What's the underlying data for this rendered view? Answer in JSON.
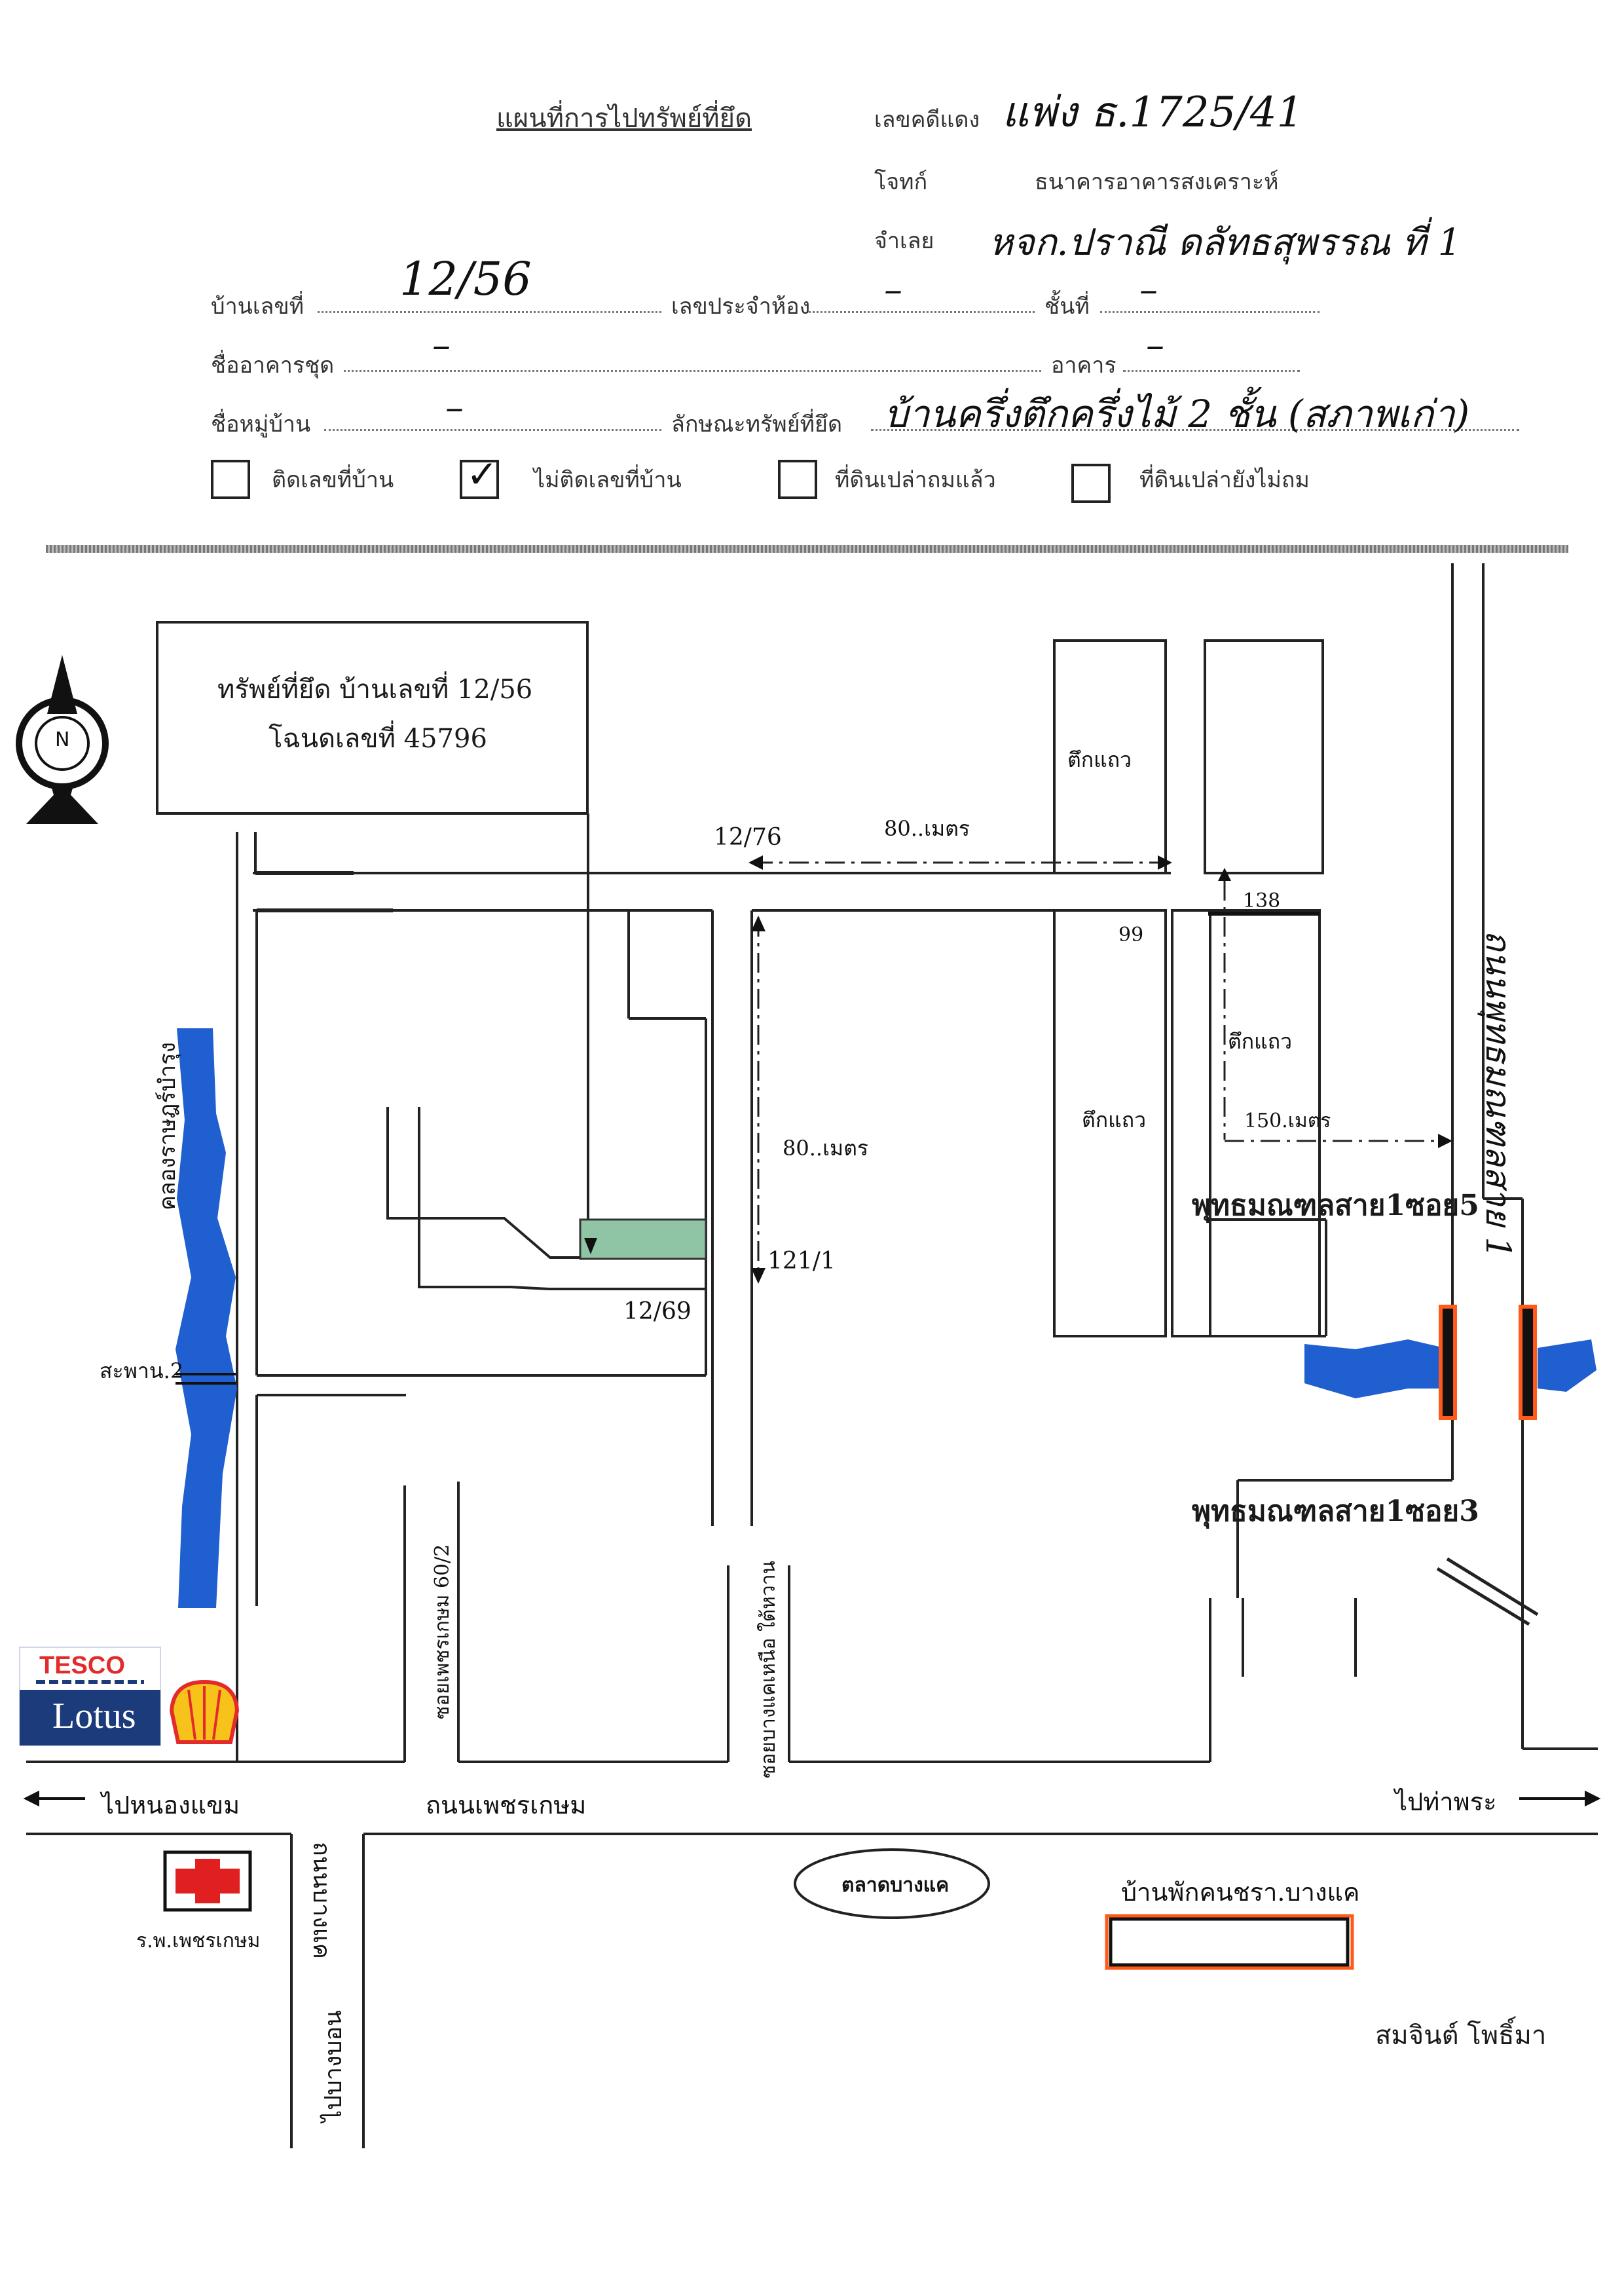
{
  "header": {
    "map_title": "แผนที่การไปทรัพย์ที่ยึด",
    "case_no_label": "เลขคดีแดง",
    "case_no_value": "แพ่ง ธ.1725/41",
    "plaintiff_label": "โจทก์",
    "plaintiff_value": "ธนาคารอาคารสงเคราะห์",
    "defendant_label": "จำเลย",
    "defendant_value": "หจก.ปราณี ดลัทธสุพรรณ ที่ 1"
  },
  "form": {
    "house_no_label": "บ้านเลขที่",
    "house_no_value": "12/56",
    "room_no_label": "เลขประจำห้อง",
    "room_no_value": "–",
    "floor_label": "ชั้นที่",
    "floor_value": "–",
    "condo_label": "ชื่ออาคารชุด",
    "condo_value": "–",
    "building_label": "อาคาร",
    "building_value": "–",
    "village_label": "ชื่อหมู่บ้าน",
    "village_value": "–",
    "property_type_label": "ลักษณะทรัพย์ที่ยึด",
    "property_type_value": "บ้านครึ่งตึกครึ่งไม้ 2 ชั้น (สภาพเก่า)",
    "checkboxes": [
      {
        "label": "ติดเลขที่บ้าน",
        "checked": false
      },
      {
        "label": "ไม่ติดเลขที่บ้าน",
        "checked": true
      },
      {
        "label": "ที่ดินเปล่าถมแล้ว",
        "checked": false
      },
      {
        "label": "ที่ดินเปล่ายังไม่ถม",
        "checked": false
      }
    ]
  },
  "map": {
    "compass_label": "N",
    "seized_line1": "ทรัพย์ที่ยึด บ้านเลขที่ 12/56",
    "seized_line2": "โฉนดเลขที่ 45796",
    "shophouse_label": "ตึกแถว",
    "house_12_76": "12/76",
    "dist_80_top": "80..เมตร",
    "house_99": "99",
    "house_138": "138",
    "dist_80_vert": "80..เมตร",
    "dist_150": "150.เมตร",
    "house_121_1": "121/1",
    "house_12_69": "12/69",
    "soi5": "พุทธมณฑลสาย1ซอย5",
    "soi3": "พุทธมณฑลสาย1ซอย3",
    "canal": "คลองราษฎร์บำรุง",
    "bridge": "สะพาน.2",
    "road_vertical_right": "ถนนพุทธมณฑลสาย 1",
    "soi_phetkasem": "ซอยเพชรเกษม 60/2",
    "soi_bangkhae": "ซอยบางแคเหนือ ใต้หวาน",
    "to_nongkhaem": "ไปหนองแขม",
    "phetkasem_road": "ถนนเพชรเกษม",
    "to_thaphra": "ไปท่าพระ",
    "bangkhae_market": "ตลาดบางแค",
    "elderly_home": "บ้านพักคนชรา.บางแค",
    "hospital": "ร.พ.เพชรเกษม",
    "bangkhae_road": "ถนนบางแค",
    "to_bangbon": "ไปบางบอน",
    "tesco_line1": "TESCO",
    "tesco_line2": "Lotus",
    "signature": "สมจินต์ โพธิ์มา"
  },
  "colors": {
    "canal_blue": "#1f5fd0",
    "seized_green": "#8fc4a4",
    "bridge_orange": "#ff5a1a",
    "tesco_navy": "#1c3b7a",
    "tesco_red": "#e32b2b",
    "shell_yellow": "#f7c21a",
    "hospital_red": "#e02020"
  }
}
